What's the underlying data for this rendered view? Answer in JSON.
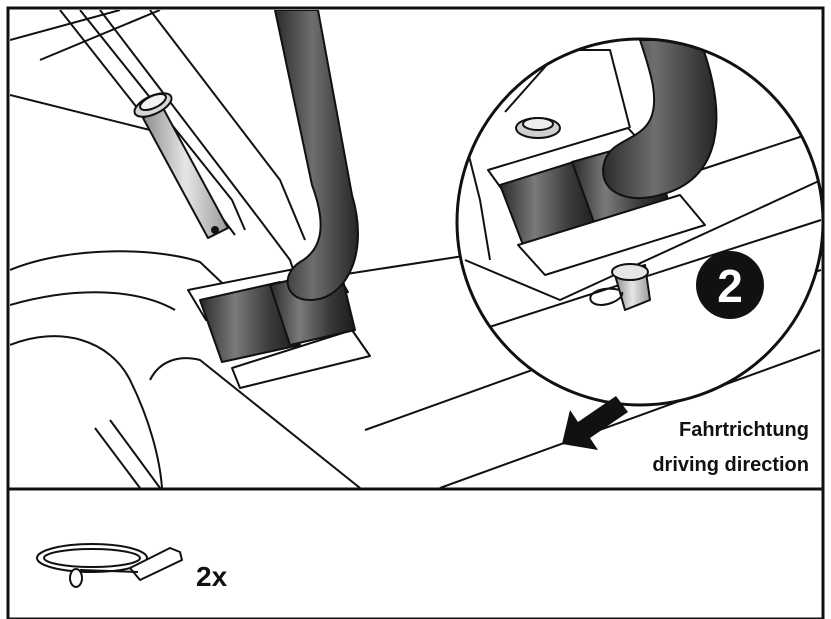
{
  "step": {
    "number": "2"
  },
  "direction": {
    "label_de": "Fahrtrichtung",
    "label_en": "driving direction",
    "arrow_icon": "arrow-down-left-icon"
  },
  "parts": {
    "item_icon": "lynch-pin-icon",
    "quantity": "2x"
  },
  "colors": {
    "ink": "#111111",
    "background": "#ffffff"
  }
}
